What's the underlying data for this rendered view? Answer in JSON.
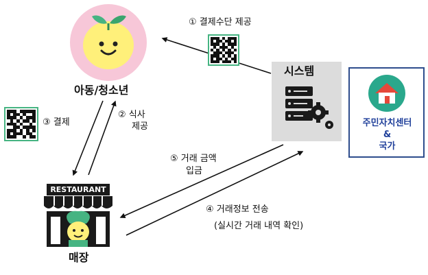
{
  "nodes": {
    "child": {
      "label": "아동/청소년"
    },
    "system": {
      "label": "시스템"
    },
    "government": {
      "line1": "주민자치센터",
      "line2": "&",
      "line3": "국가"
    },
    "restaurant": {
      "sign": "RESTAURANT",
      "label": "매장"
    }
  },
  "steps": {
    "s1": "① 결제수단 제공",
    "s2a": "② 식사",
    "s2b": "제공",
    "s3": "③ 결제",
    "s4a": "④ 거래정보 전송",
    "s4b": "(실시간 거래 내역 확인)",
    "s5a": "⑤ 거래 금액",
    "s5b": "입금"
  },
  "colors": {
    "accent_green": "#46b482",
    "face_yellow": "#fff07a",
    "face_pink": "#f7c7d8",
    "gov_border": "#2d4c8c",
    "gov_text": "#1f3f9a",
    "gov_icon_bg": "#2aa88c",
    "house_roof": "#e5483a"
  },
  "icons": {
    "child": "smiling-sprout-face-icon",
    "system": "server-gear-icon",
    "government": "house-icon",
    "restaurant": "storefront-icon",
    "qr": "qr-code-icon"
  }
}
